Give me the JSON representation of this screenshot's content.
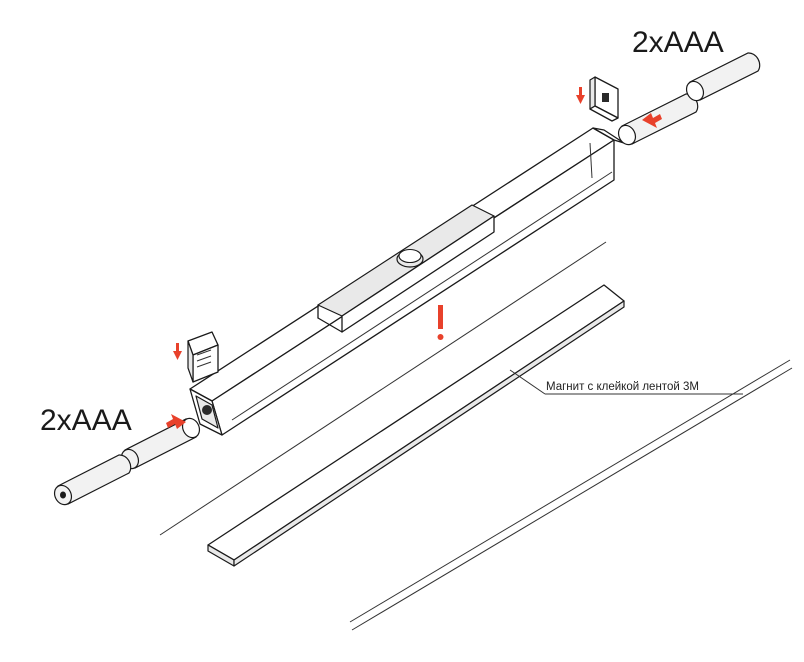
{
  "labels": {
    "battery_top": "2xAAA",
    "battery_left": "2xAAA",
    "magnet": "Магнит с клейкой лентой 3M"
  },
  "colors": {
    "arrow": "#e8412b",
    "line": "#1a1a1a"
  }
}
